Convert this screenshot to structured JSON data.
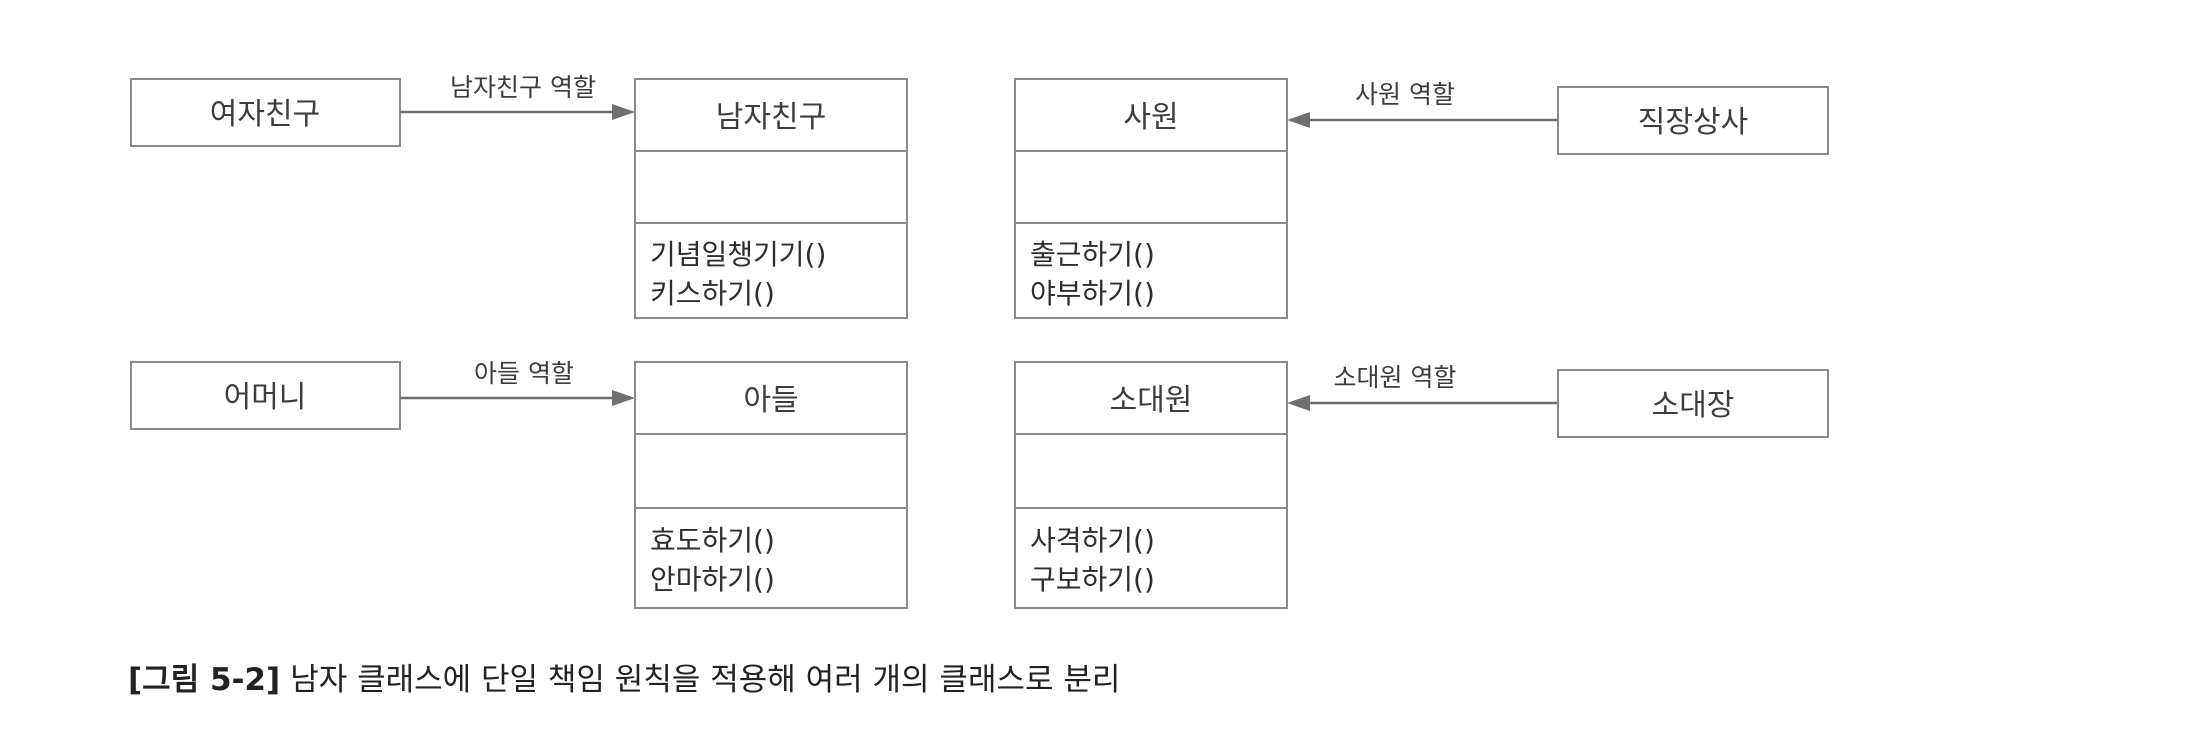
{
  "diagram": {
    "relations": [
      {
        "actor": "여자친구",
        "role": "남자친구 역할",
        "class": {
          "name": "남자친구",
          "attributes": [],
          "methods": [
            "기념일챙기기()",
            "키스하기()"
          ]
        }
      },
      {
        "actor": "직장상사",
        "role": "사원 역할",
        "class": {
          "name": "사원",
          "attributes": [],
          "methods": [
            "출근하기()",
            "야부하기()"
          ]
        }
      },
      {
        "actor": "어머니",
        "role": "아들 역할",
        "class": {
          "name": "아들",
          "attributes": [],
          "methods": [
            "효도하기()",
            "안마하기()"
          ]
        }
      },
      {
        "actor": "소대장",
        "role": "소대원 역할",
        "class": {
          "name": "소대원",
          "attributes": [],
          "methods": [
            "사격하기()",
            "구보하기()"
          ]
        }
      }
    ]
  },
  "caption": {
    "number": "[그림 5-2]",
    "text": "남자 클래스에 단일 책임 원칙을 적용해 여러 개의 클래스로 분리"
  }
}
